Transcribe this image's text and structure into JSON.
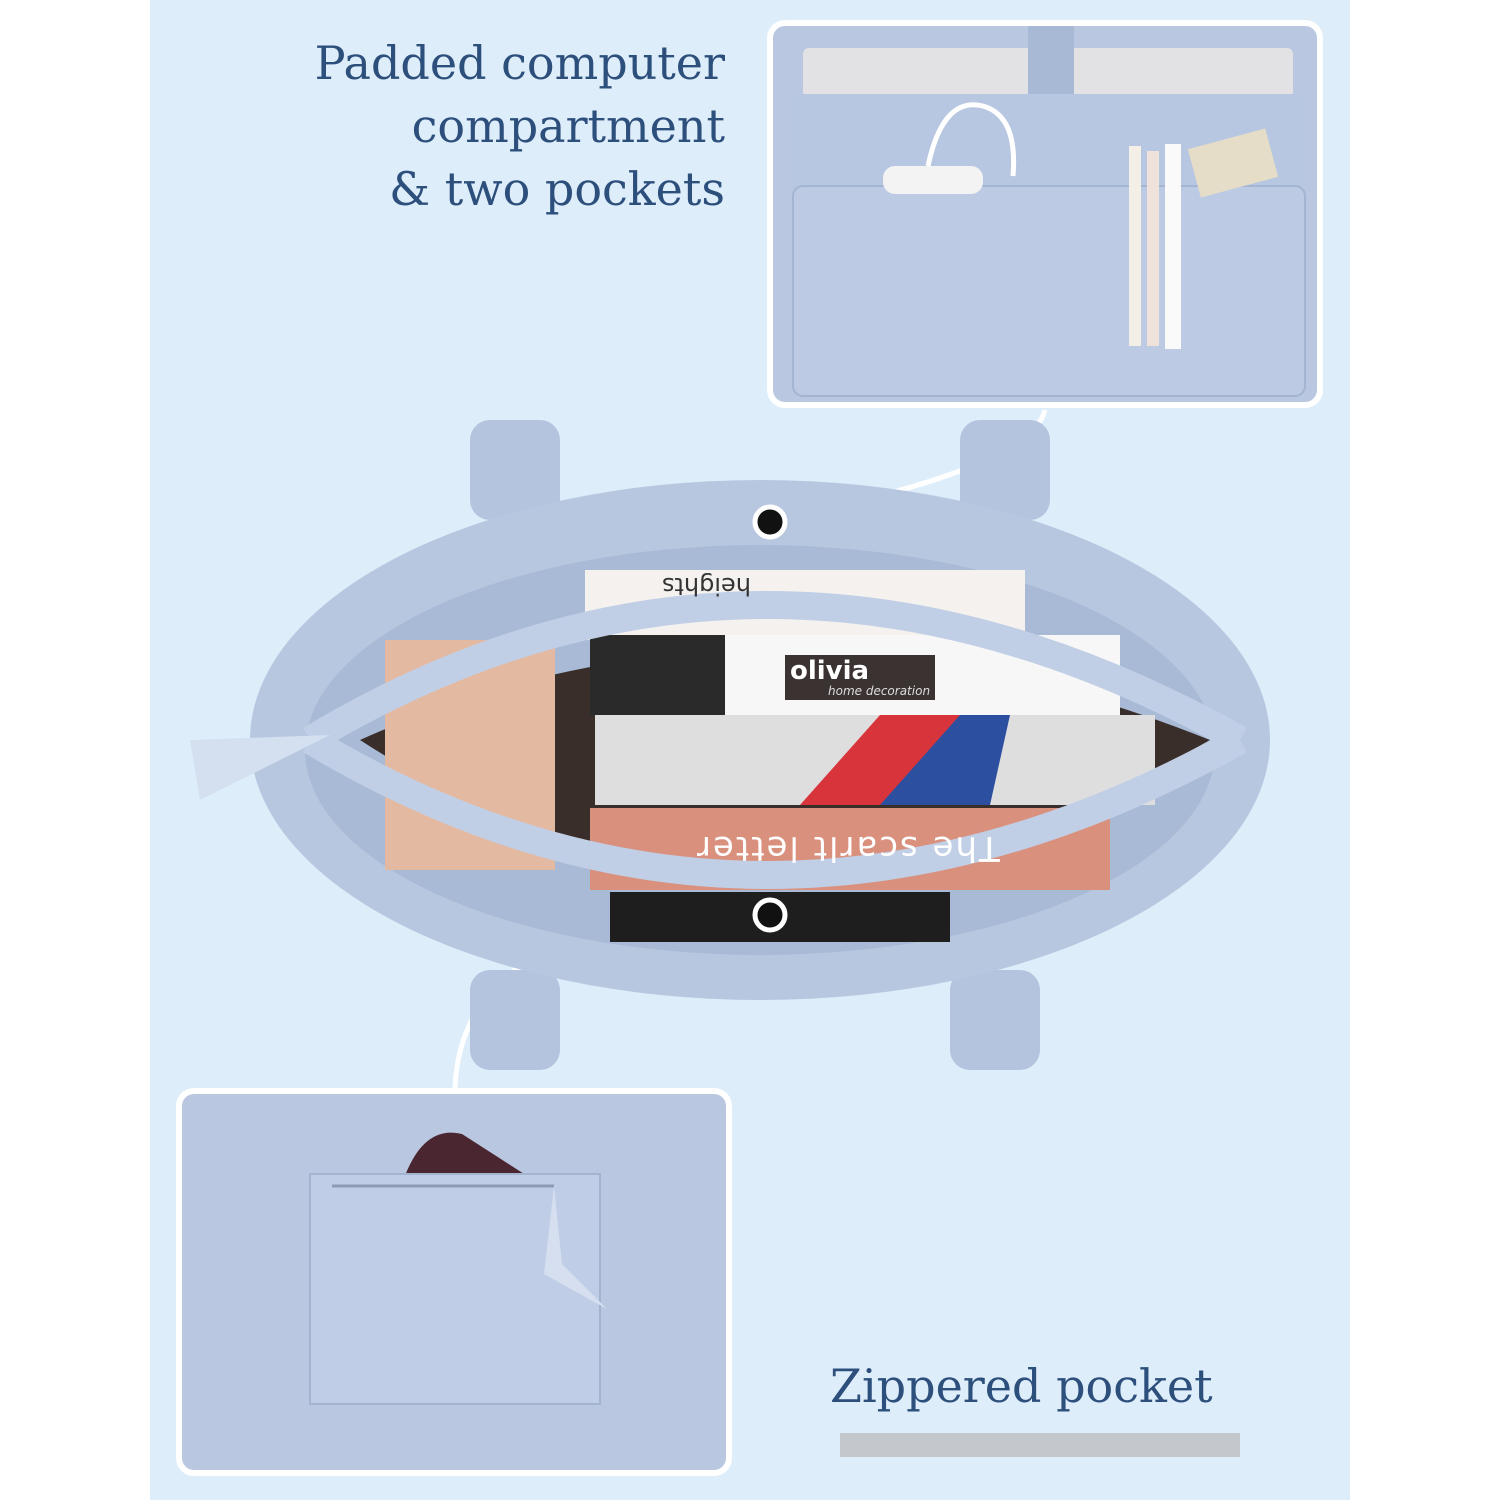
{
  "headline_top": [
    "Padded computer",
    "compartment",
    "& two pockets"
  ],
  "headline_bottom": "Zippered pocket",
  "book_labels": {
    "book1": "heights",
    "book2_brand": "olivia",
    "book2_sub": "home decoration",
    "book4": "The scarlt letter"
  },
  "colors": {
    "background": "#deedfa",
    "text": "#2c4f7c",
    "bag": "#b9c8e0"
  }
}
